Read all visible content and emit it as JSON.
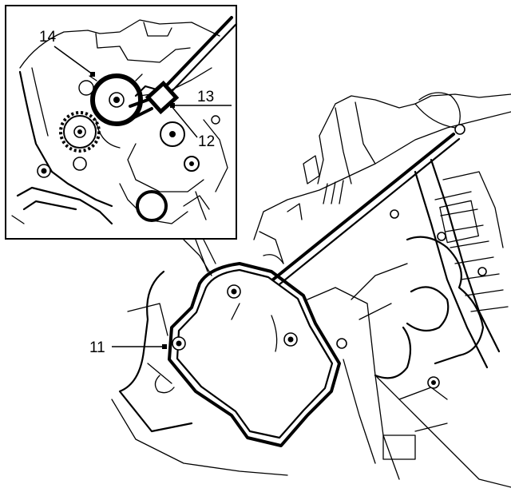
{
  "figure": {
    "callouts": {
      "c11": "11",
      "c12": "12",
      "c13": "13",
      "c14": "14"
    }
  }
}
